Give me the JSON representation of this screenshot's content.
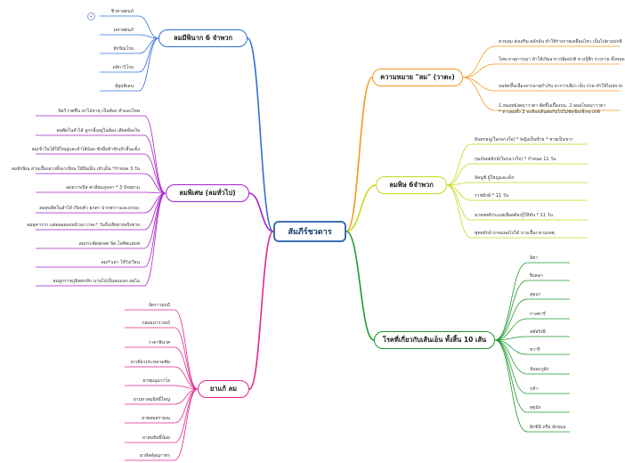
{
  "root": {
    "label": "สัมภีร์ชวดาร"
  },
  "branches": [
    {
      "id": "b1",
      "label": "ลมมีพินาก 6 จำพวก",
      "color": "#2f6fd6",
      "leaves": [
        "ชิวหาสตนภ์",
        "มหาสตนภ์",
        "ทักขิณโรธ",
        "คลิกาวิโรธ",
        "มิฐมพิเลน"
      ]
    },
    {
      "id": "b2",
      "label": "ความหมาย \"ลม\" (วาตะ)",
      "color": "#f39a1e",
      "leaves": [
        "ควบคุม ส่งเสริม ผลักดัน ทำให้ร่างกายเคลื่อนไหว เป็นไปตามปกติ",
        "โทษ ธาตุการเผา ทำให้เกิดอาการผิดปกติ ทางรู้สึก ร่างกาย ทั้งหมด",
        "ลมจัดขึ้นเนื่องจากธาตุกำเริบ อาการเสียว เจ็บ ปวด ทำให้ไม่สบาย",
        "1.ลมอุทธังคมาวาตา พัดขึ้นเบื้องบน  2.ลมอโธคมาวาตา\n* ทางลมทั้ง 2 จะต้องเดินต่อกันไปไม่ขัดข้องจึงจะปกติ"
      ]
    },
    {
      "id": "b3",
      "label": "ลมพิษ 6จำพวก",
      "color": "#c9d818",
      "leaves": [
        "อินทรธนู(ในกลางใจ) * หญิงเป็นซ้าย * ชายเป็นขวา",
        "กุมภัณฑยักษ์(ในกลางใจ) * กำหนด 11 วัน",
        "ลัคนูชิ ผู้ใหญ่และเด็ก",
        "ราชยักษ์ * 11 วัน",
        "นาคพงศ์กระแสเลือดต้องรู้ให้ทัน * 11 วัน",
        "พุทธยักษ์ บาดแผลไปได้ บางเบื้อง ตามเหตุ"
      ]
    },
    {
      "id": "b4",
      "label": "ลมพิเศษ (ลมทั่วไป)",
      "color": "#a620c9",
      "leaves": [
        "ปัตวิวาตชื่น ลาไปหาคุ เป็นท้อง สำแดงโทษ",
        "ลมพัดในลำไส้ ลูกกลิ้งอยู่ในท้อง เสียดท้องใจ",
        "ลมเข้าในไส้ให้ใหญ่และลำไส้น้อย ชักมือท้าชักเท้าลิ้นแข็ง",
        "ลมทักษิณ ส่วนเบื้องล่างทั้งอาเจียน ให้มือเย็น เท้าเย็น *กำหนด 3 วัน",
        "ลมทวาบบีส  พาลีชมภูคลา * 3 ปัจจุยาม",
        "ลมสุนทิตในลำไส้ เรียบทั่ว ยุกตา ปากพราวและเบรอะ",
        "ลมสุคาราก  แต่ตลอดลงหน้าอกวาตะ* วันจึงเสียหายจริงทาย",
        "ลมกระพัดสุกลด บิด,โลหิตแสบพ",
        "ลมกำเดา ให้วิงเวียน",
        "ลมลูกราชภูมิพทรหัก นานไปเป็นลมแดง ลมไอ"
      ]
    },
    {
      "id": "b5",
      "label": "โรคที่เกี่ยวกับเส้นเอ็น ทั้งสิ้น 10 เส้น",
      "color": "#1f9a2e",
      "leaves": [
        "อิทา",
        "ปิงคลา",
        "สุมนา",
        "กาลทารี",
        "สหัสรังษี",
        "ทวารี",
        "จันทะภูสัง",
        "รุชำ",
        "สุขุมัง",
        "สิกขินี หรือ สังขมล"
      ]
    },
    {
      "id": "b6",
      "label": "ยาแก้ ลม",
      "color": "#e0288a",
      "leaves": [
        "จัดราวมบป์",
        "กล่อมมาราณบ์",
        "วาตาพินาศ",
        "ยาเขียวประหลาดพิษ",
        "ยาชุมนุมวาโย",
        "ยามหาสมมิทธิ์ใหญ่",
        "ยาพลมสราคุณ",
        "ยาสมมิทธิ์น้อย",
        "ยาหัสคุ์สุนุกาทร"
      ]
    }
  ]
}
